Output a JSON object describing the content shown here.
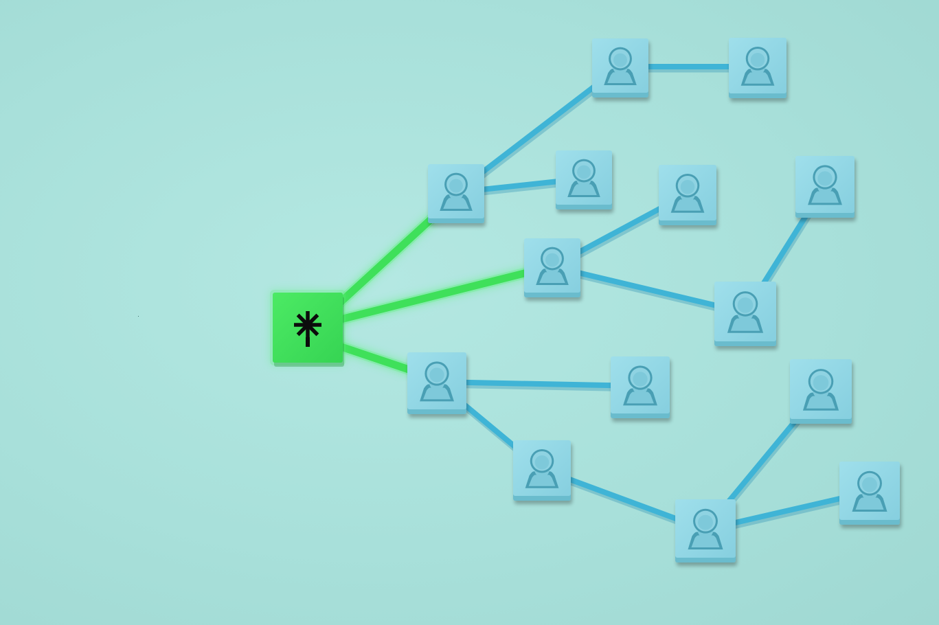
{
  "scene": {
    "description_colors": {
      "background": "#a9e2dc",
      "block_top": "#8fd6e4",
      "block_side": "#6bbccd",
      "link_color": "#3fb4d6",
      "link_shadow": "#2f93b5",
      "hub_color": "#3fe05a",
      "hub_glow": "#5cf07a",
      "hub_icon_color": "#0c0c0c"
    },
    "hub": {
      "icon": "asterisk-logo-icon"
    },
    "person_icon": "person-icon",
    "node_count": 16,
    "hub_link_count": 3,
    "link_count": 13
  }
}
